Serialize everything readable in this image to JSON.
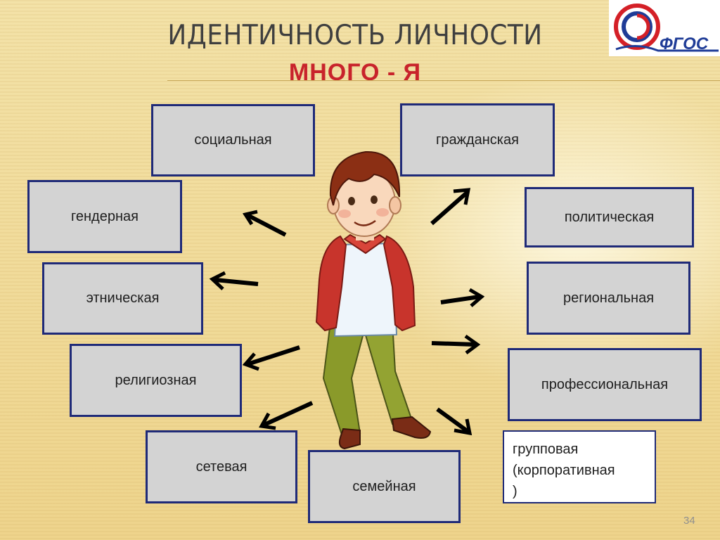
{
  "title": "ИДЕНТИЧНОСТЬ ЛИЧНОСТИ",
  "subtitle": "МНОГО - Я",
  "logo": {
    "text": "ФГОС",
    "icon": "fgos-logo-icon"
  },
  "identities": {
    "social": "социальная",
    "civil": "гражданская",
    "gender": "гендерная",
    "political": "политическая",
    "ethnic": "этническая",
    "regional": "региональная",
    "religious": "религиозная",
    "professional": "профессиональная",
    "network": "сетевая",
    "family": "семейная",
    "group_line1": "групповая",
    "group_line2": "(корпоративная",
    "group_line3": ")"
  },
  "center_figure": "boy-illustration",
  "page_number": "34"
}
